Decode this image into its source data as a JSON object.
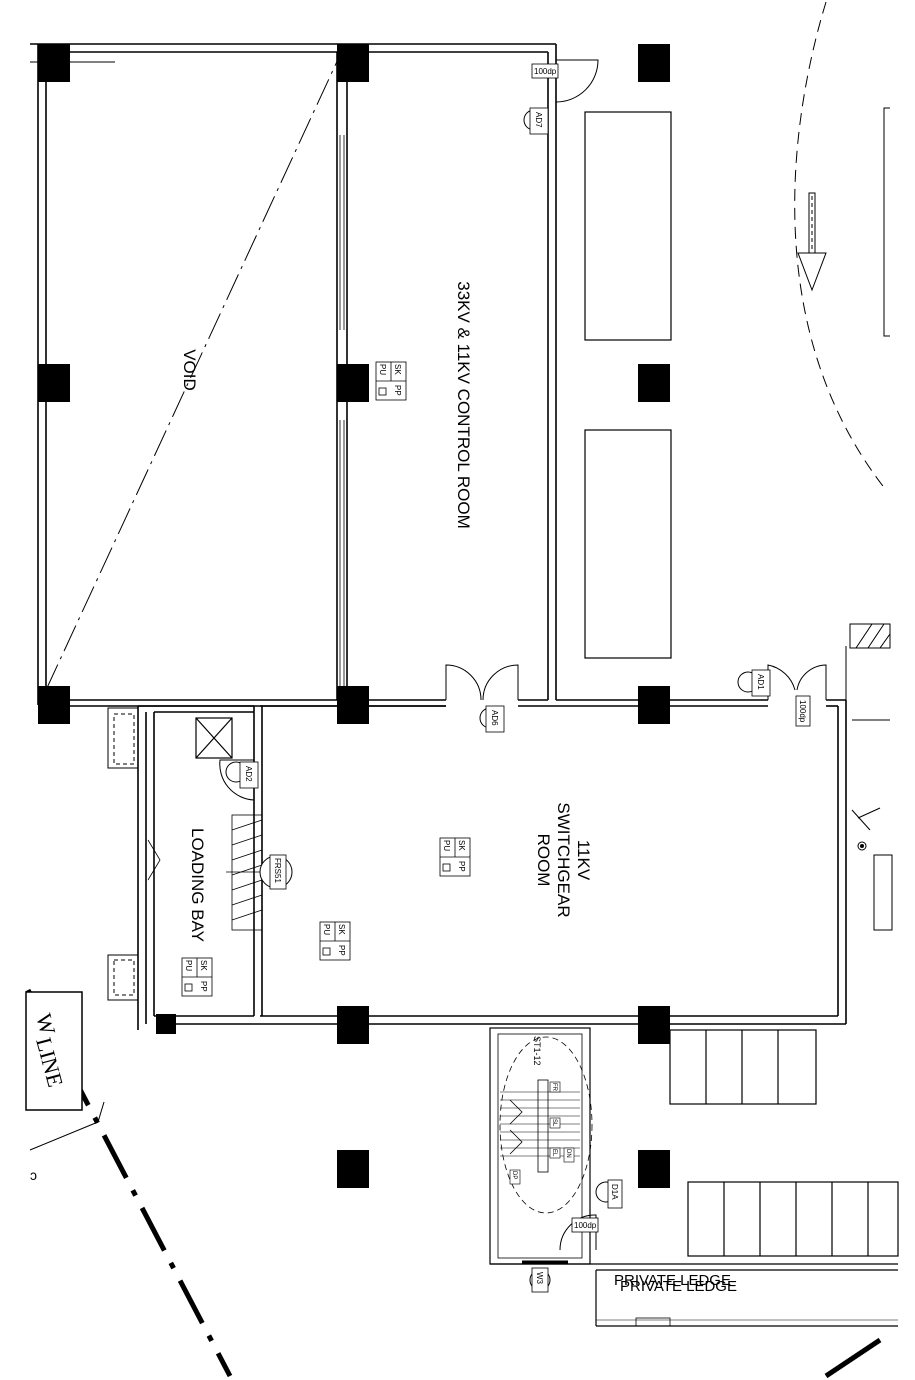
{
  "rooms": {
    "void": "VOID",
    "control_room": "33KV & 11KV CONTROL ROOM",
    "switchgear_line1": "11KV",
    "switchgear_line2": "SWITCHGEAR",
    "switchgear_line3": "ROOM",
    "loading_bay": "LOADING BAY"
  },
  "door_tags": {
    "ad7": "AD7",
    "ad6": "AD6",
    "ad1": "AD1",
    "ad2": "AD2",
    "d1a": "D1A",
    "frs51": "FRS51",
    "w3": "W3"
  },
  "stair_tag": "ST1-12",
  "dim_100dp": "100dp",
  "dim_100dp_rot": "100dp",
  "dim_100dp_stair": "100dp",
  "boundary_label": "LINE",
  "boundary_label_partial": "W",
  "private_ledge": "PRIVATE LEDGE",
  "fixtures": {
    "sk": "SK",
    "pu": "PU",
    "pp": "PP"
  },
  "stair_codes": [
    "FR",
    "SL",
    "EL",
    "DN",
    "DP"
  ]
}
